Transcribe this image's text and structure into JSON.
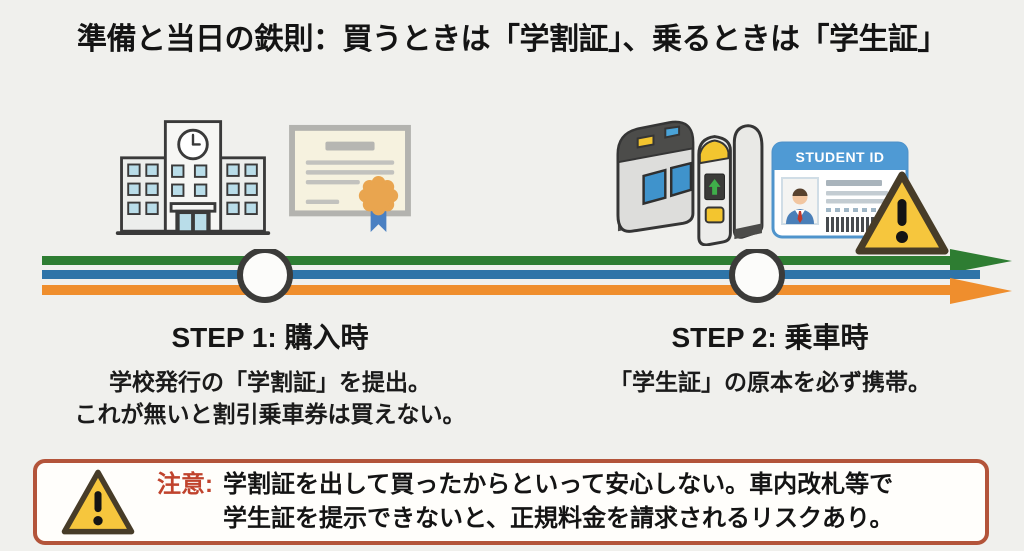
{
  "title": "準備と当日の鉄則：買うときは「学割証」、乗るときは「学生証」",
  "steps": [
    {
      "heading": "STEP 1: 購入時",
      "desc_line1": "学校発行の「学割証」を提出。",
      "desc_line2": "これが無いと割引乗車券は買えない。"
    },
    {
      "heading": "STEP 2: 乗車時",
      "desc_line1": "「学生証」の原本を必ず携帯。",
      "desc_line2": ""
    }
  ],
  "student_id_card": {
    "header": "STUDENT ID"
  },
  "caution": {
    "label": "注意:",
    "line1": "学割証を出して買ったからといって安心しない。車内改札等で",
    "line2": "学生証を提示できないと、正規料金を請求されるリスクあり。"
  },
  "colors": {
    "background": "#f0f0ed",
    "timeline_green": "#2e7d32",
    "timeline_blue": "#2e74a8",
    "timeline_orange": "#ef8e2d",
    "timeline_node_border": "#3b3b39",
    "caution_border": "#b3543a",
    "caution_label_red": "#c0432d",
    "warning_yellow": "#f6c63d",
    "id_card_blue": "#4f9ad4",
    "seal_gold": "#e9a54f",
    "ribbon_blue": "#4a80c2"
  }
}
